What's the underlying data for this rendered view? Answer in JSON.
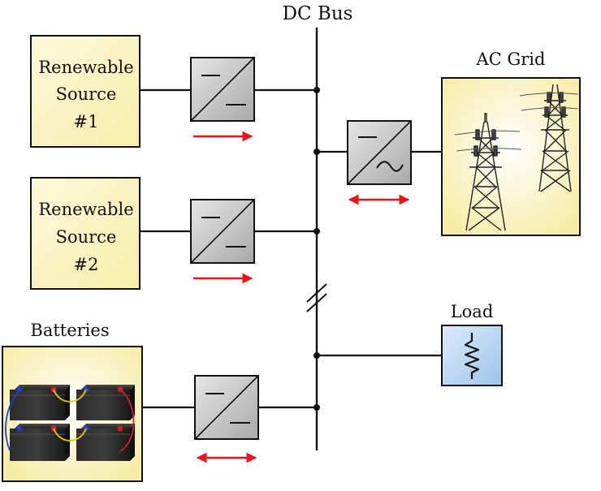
{
  "dc_bus": {
    "label": "DC Bus"
  },
  "source1": {
    "line1": "Renewable",
    "line2": "Source",
    "line3": "#1"
  },
  "source2": {
    "line1": "Renewable",
    "line2": "Source",
    "line3": "#2"
  },
  "batteries": {
    "label": "Batteries"
  },
  "ac_grid": {
    "label": "AC Grid"
  },
  "load": {
    "label": "Load"
  },
  "colors": {
    "source_fill": "#fbf5c8",
    "converter_fill": "#c9c9c9",
    "load_fill": "#bcd9f3",
    "arrow": "#e8151b",
    "line": "#111111"
  },
  "power_flow": {
    "source1": "unidirectional",
    "source2": "unidirectional",
    "ac_grid": "bidirectional",
    "batteries": "bidirectional"
  }
}
